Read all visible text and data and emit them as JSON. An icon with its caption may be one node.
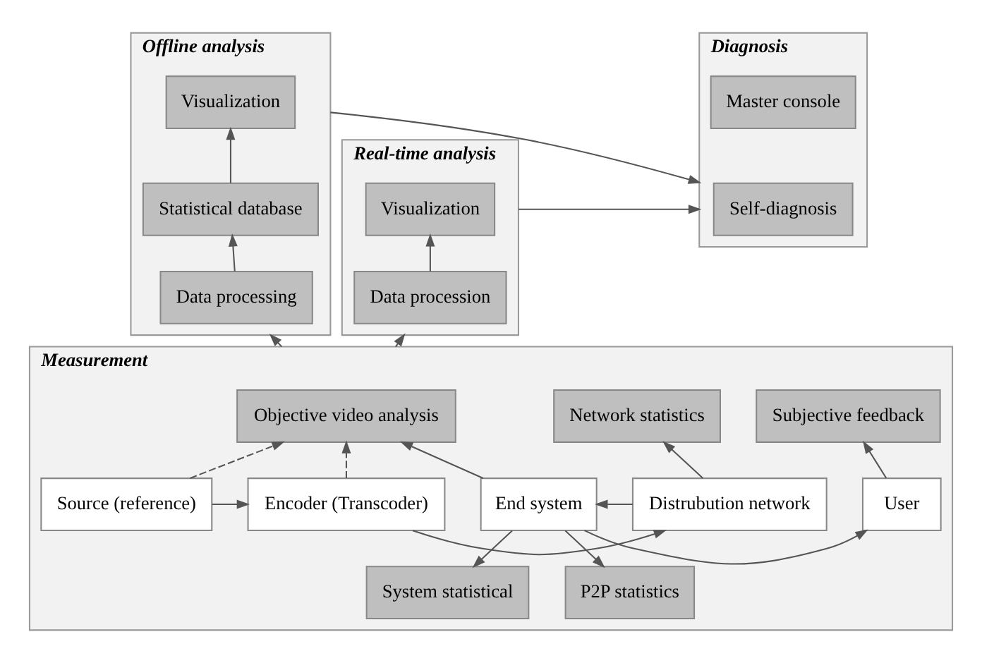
{
  "diagram": {
    "nodes": [
      {
        "text": [
          "Offline analysis"
        ]
      },
      {
        "text": [
          "Visualization"
        ],
        "in": 0
      },
      {
        "text": [
          "Statistical database"
        ],
        "in": 0
      },
      {
        "text": [
          "Data processing"
        ],
        "in": 0
      },
      {
        "text": [
          "Real-time analysis"
        ]
      },
      {
        "text": [
          "Visualization"
        ],
        "in": 4
      },
      {
        "text": [
          "Data procession"
        ],
        "in": 4
      },
      {
        "text": [
          "Diagnosis"
        ]
      },
      {
        "text": [
          "Master console"
        ],
        "in": 7
      },
      {
        "text": [
          "Self-diagnosis"
        ],
        "in": 7
      },
      {
        "text": [
          "Measurement"
        ]
      },
      {
        "text": [
          "Objective video analysis"
        ],
        "in": 10
      },
      {
        "text": [
          "Network statistics"
        ],
        "in": 10
      },
      {
        "text": [
          "Subjective feedback"
        ],
        "in": 10
      },
      {
        "text": [
          "Source (reference)"
        ],
        "in": 10
      },
      {
        "text": [
          "Encoder (Transcoder)"
        ],
        "in": 10
      },
      {
        "text": [
          "Distrubution network"
        ],
        "in": 10
      },
      {
        "text": [
          "End system"
        ],
        "in": 10
      },
      {
        "text": [
          "User"
        ],
        "in": 10
      },
      {
        "text": [
          "P2P statistics"
        ],
        "in": 10
      },
      {
        "text": [
          "System statistical"
        ],
        "in": 10
      }
    ],
    "edges": [
      {
        "from": 3,
        "to": 2,
        "arrow": "to"
      },
      {
        "from": 2,
        "to": 1,
        "arrow": "to"
      },
      {
        "from": 6,
        "to": 5,
        "arrow": "to"
      },
      {
        "from": 0,
        "to": 7,
        "arrow": "to"
      },
      {
        "from": 4,
        "to": 7,
        "arrow": "to"
      },
      {
        "from": 10,
        "to": 0,
        "arrow": "to"
      },
      {
        "from": 10,
        "to": 4,
        "arrow": "to"
      },
      {
        "from": 14,
        "to": 11,
        "arrow": "to",
        "style": "dashed"
      },
      {
        "from": 15,
        "to": 11,
        "arrow": "to",
        "style": "dashed"
      },
      {
        "from": 17,
        "to": 11,
        "arrow": "to"
      },
      {
        "from": 16,
        "to": 12,
        "arrow": "to"
      },
      {
        "from": 18,
        "to": 13,
        "arrow": "to"
      },
      {
        "from": 14,
        "to": 15,
        "arrow": "to"
      },
      {
        "from": 15,
        "to": 16,
        "arrow": "to"
      },
      {
        "from": 16,
        "to": 17,
        "arrow": "to"
      },
      {
        "from": 17,
        "to": 18,
        "arrow": "to"
      },
      {
        "from": 17,
        "to": 19,
        "arrow": "to"
      },
      {
        "from": 17,
        "to": 20,
        "arrow": "to"
      }
    ]
  }
}
